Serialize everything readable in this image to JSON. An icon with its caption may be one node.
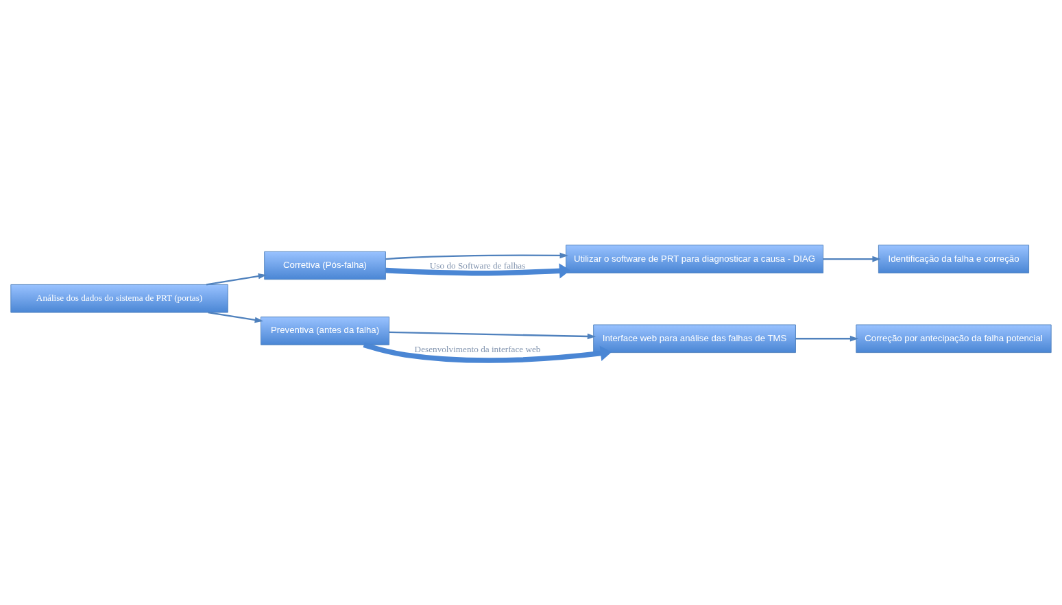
{
  "diagram": {
    "nodes": [
      {
        "text": [
          "Análise dos dados do sistema de PRT (portas)"
        ]
      },
      {
        "text": [
          "Corretiva (Pós-falha)"
        ]
      },
      {
        "text": [
          "Utilizar o software de PRT para diagnosticar a causa - DIAG"
        ]
      },
      {
        "text": [
          "Identificação da falha e correção"
        ]
      },
      {
        "text": [
          "Preventiva (antes da falha)"
        ]
      },
      {
        "text": [
          "Interface web para análise das falhas de TMS"
        ]
      },
      {
        "text": [
          "Correção por antecipação da falha potencial"
        ]
      }
    ],
    "edges": [
      {
        "from": 0,
        "to": 1,
        "arrow": "to"
      },
      {
        "from": 0,
        "to": 4,
        "arrow": "to"
      },
      {
        "from": 1,
        "to": 2,
        "arrow": "to"
      },
      {
        "from": 1,
        "to": 2,
        "arrow": "to",
        "style": "thick",
        "label": "Uso do Software de falhas"
      },
      {
        "from": 2,
        "to": 3,
        "arrow": "to"
      },
      {
        "from": 4,
        "to": 5,
        "arrow": "to"
      },
      {
        "from": 4,
        "to": 5,
        "arrow": "to",
        "style": "thick",
        "label": "Desenvolvimento da interface web"
      },
      {
        "from": 5,
        "to": 6,
        "arrow": "to"
      }
    ]
  }
}
